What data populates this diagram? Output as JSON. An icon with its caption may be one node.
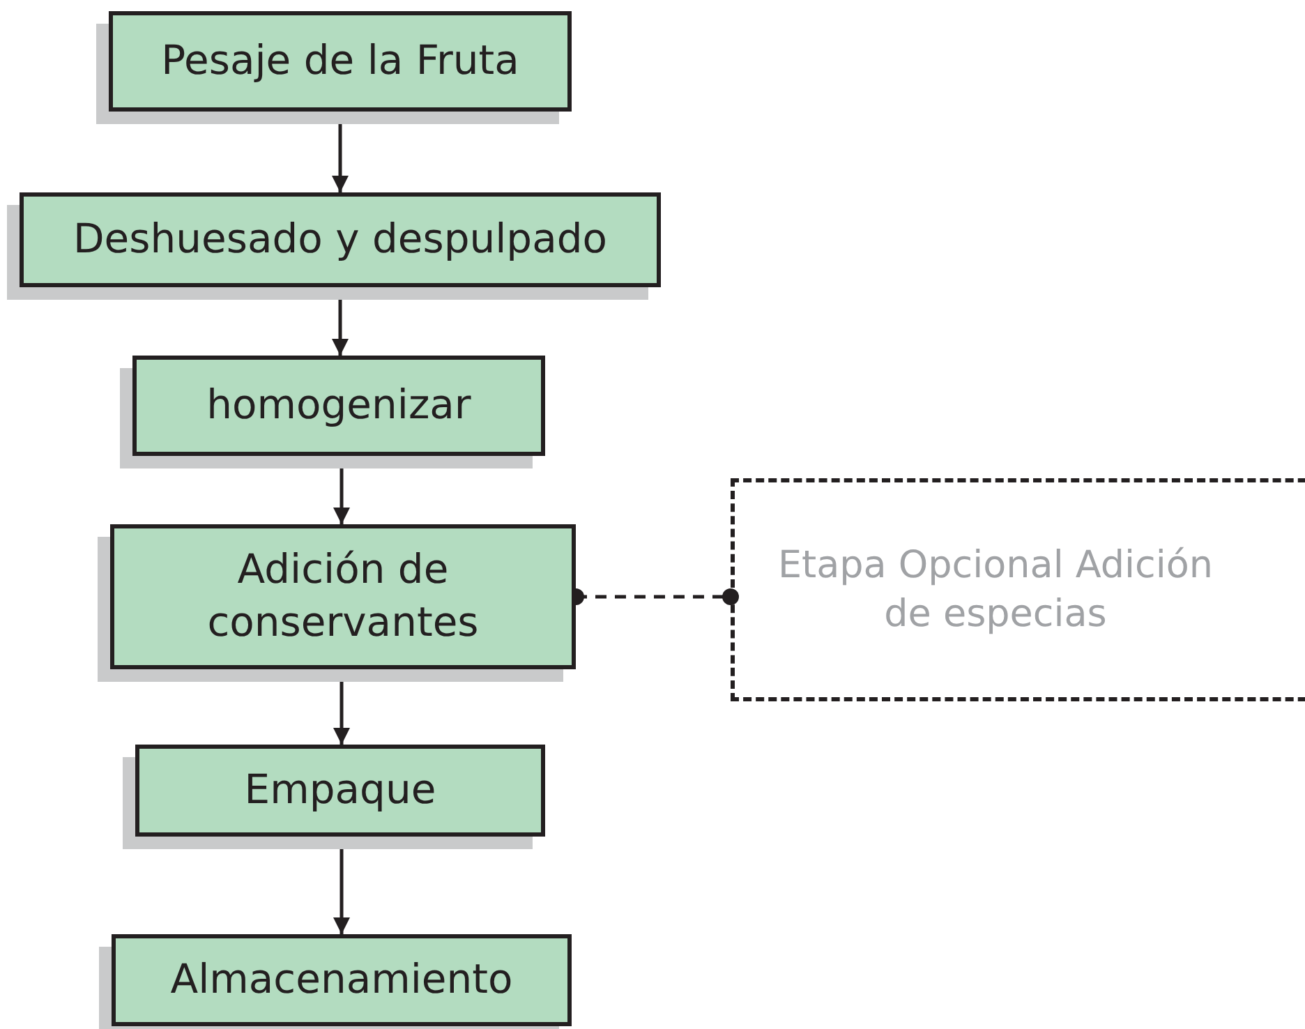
{
  "diagram": {
    "nodes": [
      {
        "text": [
          "Pesaje de la Fruta"
        ]
      },
      {
        "text": [
          "Deshuesado y despulpado"
        ]
      },
      {
        "text": [
          "homogenizar"
        ]
      },
      {
        "text": [
          "Adición de conservantes"
        ]
      },
      {
        "text": [
          "Empaque"
        ]
      },
      {
        "text": [
          "Almacenamiento"
        ]
      },
      {
        "text": [
          "Etapa Opcional Adición de especias"
        ]
      }
    ],
    "edges": [
      {
        "from": 0,
        "to": 1,
        "arrow": "to"
      },
      {
        "from": 1,
        "to": 2,
        "arrow": "to"
      },
      {
        "from": 2,
        "to": 3,
        "arrow": "to"
      },
      {
        "from": 3,
        "to": 4,
        "arrow": "to"
      },
      {
        "from": 4,
        "to": 5,
        "arrow": "to"
      },
      {
        "from": 3,
        "to": 6,
        "arrow": "other",
        "style": "dashed"
      }
    ]
  }
}
